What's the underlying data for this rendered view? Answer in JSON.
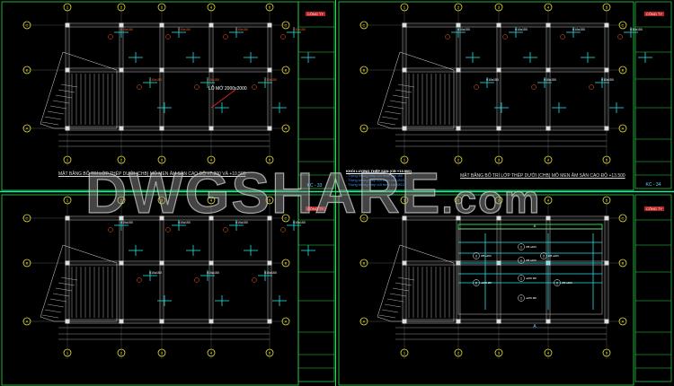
{
  "watermark": {
    "main": "DWGSHARE",
    "suffix": ".com"
  },
  "panels": [
    {
      "title": "MẶT BẰNG BỐ TRÍ LỚP THÉP DƯỚI (CHB) MÔ MEN ÂM SÀN CAO ĐỘ +7.200 VÀ +10.500",
      "sheet": "KC - 33",
      "annotation": "LỖ MỞ 2000x2000"
    },
    {
      "title": "MẶT BẰNG BỐ TRÍ LỚP THÉP DƯỚI (CHB) MÔ MEN ÂM SÀN CAO ĐỘ +13.500",
      "sheet": "KC - 34"
    },
    {
      "title": "",
      "sheet": ""
    },
    {
      "title": "",
      "sheet": ""
    }
  ],
  "legend": {
    "title": "KHỐI LƯỢNG THÉP SÀN (CĐ +13.500)",
    "rows": [
      "- Trọng lượng thép cốt thép sàn Ø8",
      "- Trọng lượng thép cốt thép sàn Ø10",
      "- Trọng lượng thép cốt thép sàn Ø12"
    ]
  },
  "grid_axes": {
    "columns": [
      "1",
      "2",
      "3",
      "4",
      "5"
    ],
    "rows": [
      "A",
      "B",
      "C"
    ]
  },
  "rebar_labels": [
    "#10a150",
    "Ø8 a200",
    "Ø8 a200",
    "a200 Ø8"
  ],
  "section_mark": "A",
  "title_block": {
    "stamp": "CÔNG TY"
  },
  "colors": {
    "background": "#000000",
    "frame": "#2bd94a",
    "rebar": "#26e0e0",
    "axis_bubble": "#e8e030",
    "rebar_label": "#ff6020",
    "columns": "#e0e0e0"
  }
}
